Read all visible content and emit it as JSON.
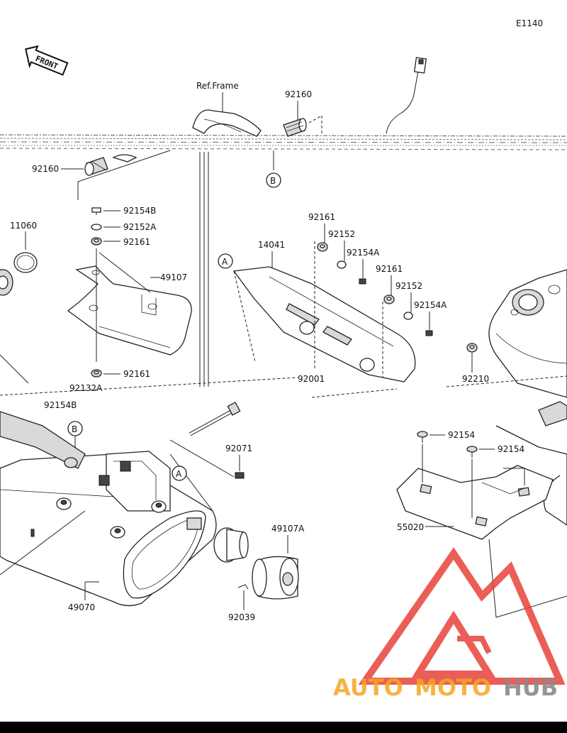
{
  "diagram_code": "E1140",
  "front_arrow": "FRONT",
  "ref_frame": "Ref.Frame",
  "callouts": {
    "a": "A",
    "b": "B"
  },
  "labels": {
    "p92160_top": "92160",
    "p92160_left": "92160",
    "p92154B": "92154B",
    "p92152A": "92152A",
    "p92161_a": "92161",
    "p11060": "11060",
    "p49107": "49107",
    "p92161_b": "92161",
    "p92132A": "92132A",
    "p92154B_b": "92154B",
    "p14041": "14041",
    "p92161_c": "92161",
    "p92152_a": "92152",
    "p92154A_a": "92154A",
    "p92161_d": "92161",
    "p92152_b": "92152",
    "p92154A_b": "92154A",
    "p92001": "92001",
    "p92210": "92210",
    "p92071": "92071",
    "p92154_a": "92154",
    "p92154_b": "92154",
    "p55020": "55020",
    "p49107A": "49107A",
    "p49070": "49070",
    "p92039": "92039"
  },
  "watermark": {
    "part1": "AUTO",
    "part2": "MOTO",
    "part3": "HUB"
  },
  "colors": {
    "watermark_red": "#e8423a",
    "watermark_orange": "#f5a623",
    "watermark_gray": "#8a8a8a"
  }
}
